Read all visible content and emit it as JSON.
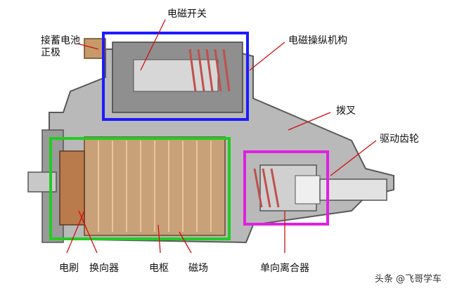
{
  "labels": {
    "electromagnetic_switch": "电磁开关",
    "battery_positive_terminal": "接蓄电池正极",
    "electromagnetic_mechanism": "电磁操纵机构",
    "shift_fork": "拨叉",
    "drive_gear": "驱动齿轮",
    "brush": "电刷",
    "commutator": "换向器",
    "armature": "电枢",
    "magnetic_field": "磁场",
    "one_way_clutch": "单向离合器"
  },
  "watermark": "头条 @飞哥学车",
  "colors": {
    "switch_box": "#1c1cff",
    "motor_box": "#22cc22",
    "clutch_box": "#e020e0",
    "leader_red": "#d11010"
  }
}
